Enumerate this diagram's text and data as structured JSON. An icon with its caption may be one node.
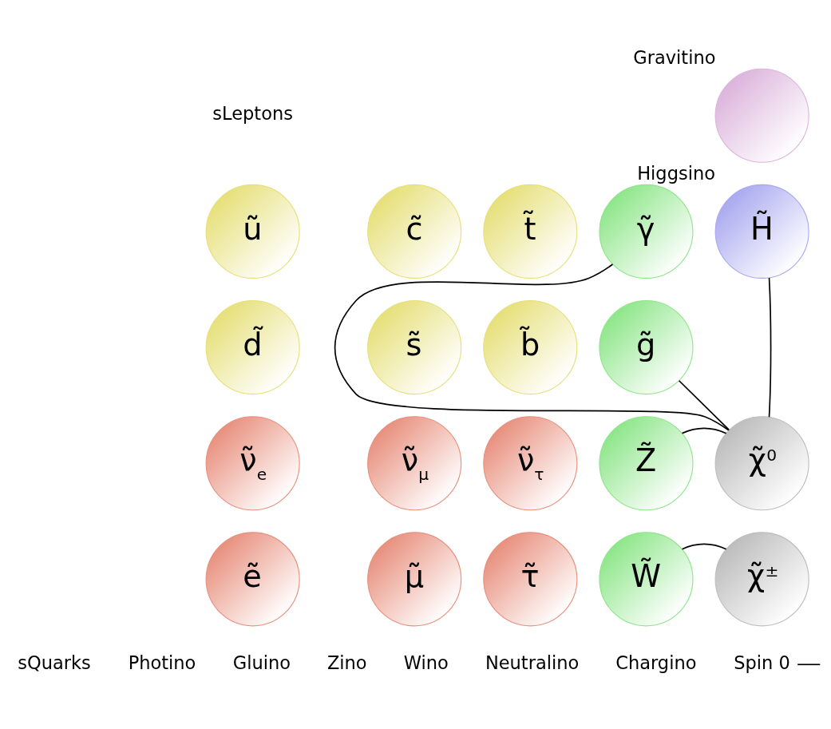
{
  "diagram": {
    "nodes": [
      {
        "text": [],
        "shape": "circle",
        "beside": [
          "Gravitino"
        ]
      },
      {
        "text": [
          "ũ"
        ]
      },
      {
        "text": [
          "c̃"
        ]
      },
      {
        "text": [
          "t̃"
        ]
      },
      {
        "text": [
          "γ̃"
        ]
      },
      {
        "text": [
          "H̃"
        ],
        "beside": [
          "Higgsino"
        ]
      },
      {
        "text": [
          "d̃"
        ]
      },
      {
        "text": [
          "s̃"
        ]
      },
      {
        "text": [
          "b̃"
        ]
      },
      {
        "text": [
          "g̃"
        ]
      },
      {
        "text": [
          "ν̃$_{e}$"
        ]
      },
      {
        "text": [
          "ν̃$_{μ}$"
        ]
      },
      {
        "text": [
          "ν̃$_{τ}$"
        ]
      },
      {
        "text": [
          "Z̃"
        ]
      },
      {
        "text": [
          "χ̃$^{0}$"
        ]
      },
      {
        "text": [
          "ẽ"
        ]
      },
      {
        "text": [
          "μ̃"
        ]
      },
      {
        "text": [
          "τ̃"
        ]
      },
      {
        "text": [
          "W̃"
        ]
      },
      {
        "text": [
          "χ̃$^{±}$"
        ]
      },
      {
        "text": [
          "Spin 0"
        ]
      }
    ],
    "edges": [
      {
        "from": 4,
        "to": 14,
        "arrow": "none"
      },
      {
        "from": 5,
        "to": 14,
        "arrow": "none"
      },
      {
        "from": 9,
        "to": 14,
        "arrow": "none"
      },
      {
        "from": 13,
        "to": 14,
        "arrow": "none"
      },
      {
        "from": 18,
        "to": 19,
        "arrow": "none"
      },
      {
        "from": 20,
        "to": null,
        "arrow": "none"
      }
    ],
    "labels": [
      "sLeptons",
      "sQuarks",
      "Photino",
      "Gluino",
      "Zino",
      "Wino",
      "Neutralino",
      "Chargino"
    ]
  }
}
